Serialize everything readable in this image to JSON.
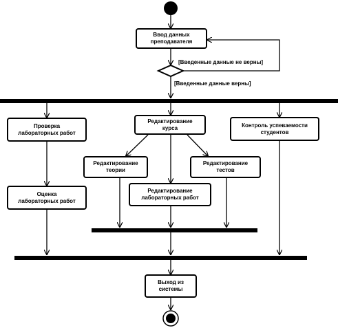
{
  "nodes": {
    "enter_data": "Ввод данных\nпреподавателя",
    "check_labs": "Проверка\nлабораторных работ",
    "edit_course": "Редактирование\nкурса",
    "control_progress": "Контроль успеваемости\nстудентов",
    "edit_theory": "Редактирование\nтеории",
    "edit_tests": "Редактирование\nтестов",
    "edit_labs": "Редактирование\nлабораторных работ",
    "grade_labs": "Оценка\nлабораторных работ",
    "logout": "Выход из\nсистемы"
  },
  "guards": {
    "invalid": "[Введенные данные не верны]",
    "valid": "[Введенные данные верны]"
  }
}
